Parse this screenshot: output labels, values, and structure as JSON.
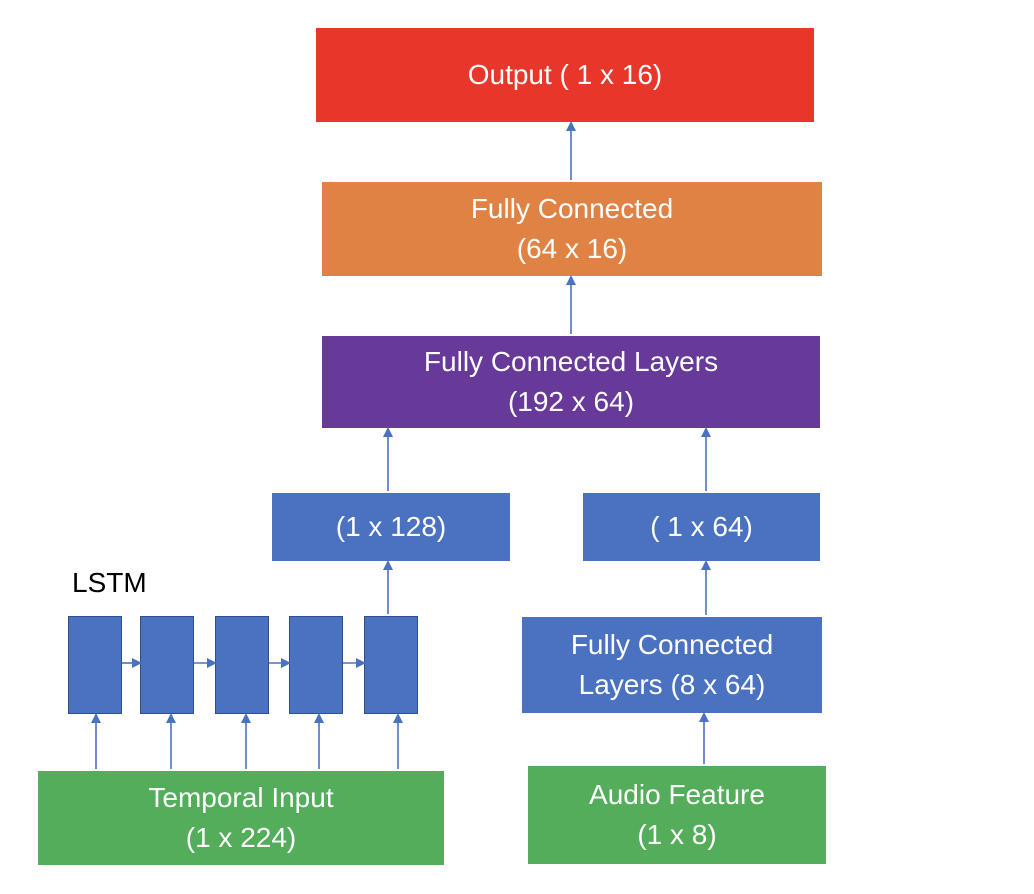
{
  "colors": {
    "output": "#e8372a",
    "fc_final": "#e08244",
    "fc_layers_main": "#673a9a",
    "blue_block": "#4a72c1",
    "input_green": "#53ad5a",
    "arrow": "#4a72c1"
  },
  "output": {
    "label": "Output ( 1 x 16)"
  },
  "fc_final": {
    "line1": "Fully Connected",
    "line2": "(64 x 16)"
  },
  "fc_main": {
    "line1": "Fully Connected Layers",
    "line2": "(192 x 64)"
  },
  "temporal_embed": {
    "label": "(1 x 128)"
  },
  "audio_embed": {
    "label": "( 1 x 64)"
  },
  "lstm": {
    "label": "LSTM",
    "cell_count": 5
  },
  "audio_fc": {
    "line1": "Fully Connected",
    "line2": "Layers (8 x 64)"
  },
  "temporal_input": {
    "line1": "Temporal Input",
    "line2": "(1 x 224)"
  },
  "audio_input": {
    "line1": "Audio Feature",
    "line2": "(1 x 8)"
  }
}
